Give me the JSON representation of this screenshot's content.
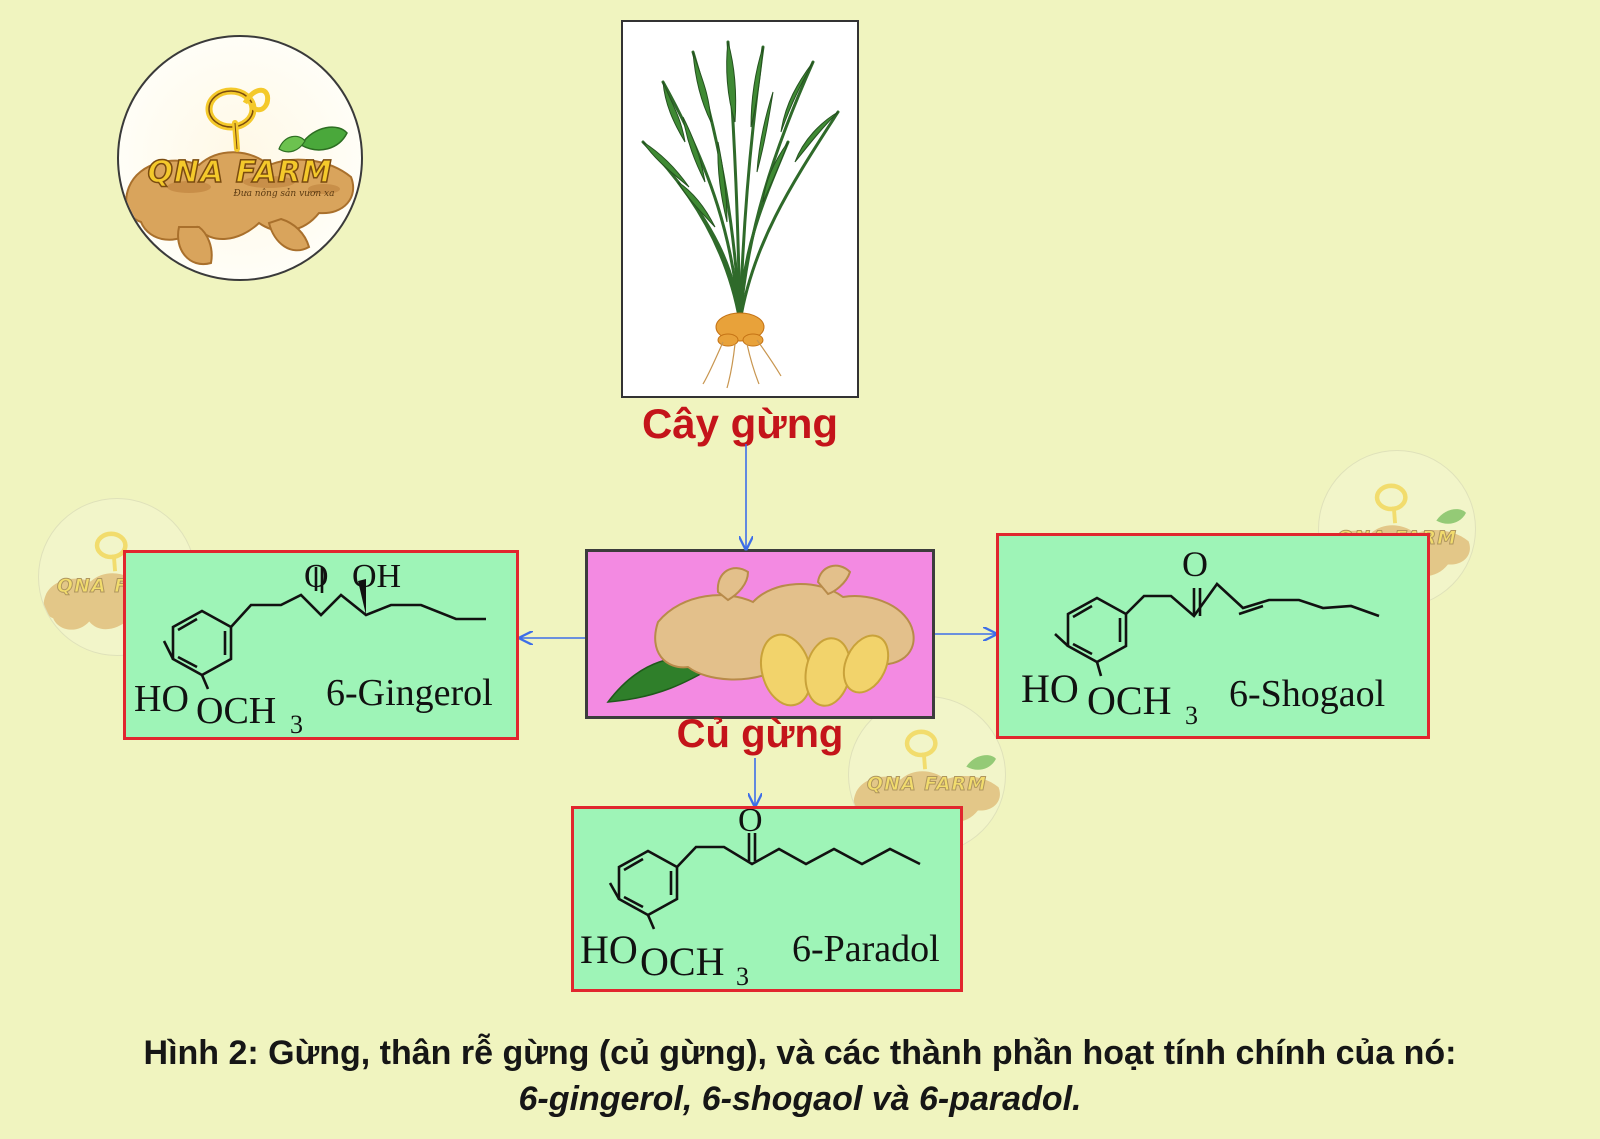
{
  "brand": {
    "logo_text": "QNA FARM",
    "tagline": "Đưa nông sản vươn xa"
  },
  "nodes": {
    "plant_label": "Cây gừng",
    "root_label": "Củ gừng"
  },
  "compounds": [
    {
      "name": "6-Gingerol",
      "carbonyl_label": "O",
      "hydroxyl_label": "OH",
      "ring_ho": "HO",
      "ring_och": "OCH",
      "ring_sub": "3"
    },
    {
      "name": "6-Shogaol",
      "carbonyl_label": "O",
      "ring_ho": "HO",
      "ring_och": "OCH",
      "ring_sub": "3"
    },
    {
      "name": "6-Paradol",
      "carbonyl_label": "O",
      "ring_ho": "HO",
      "ring_och": "OCH",
      "ring_sub": "3"
    }
  ],
  "colors": {
    "background": "#f0f4bf",
    "node_label": "#c4141a",
    "compound_fill": "#9ef4b7",
    "compound_border": "#e1262e",
    "root_fill": "#f38ae2",
    "arrow": "#3d6ee8"
  },
  "caption": {
    "line1": "Hình 2: Gừng, thân rễ gừng (củ gừng), và các thành phần hoạt tính chính của nó:",
    "line2": "6-gingerol, 6-shogaol và 6-paradol."
  }
}
